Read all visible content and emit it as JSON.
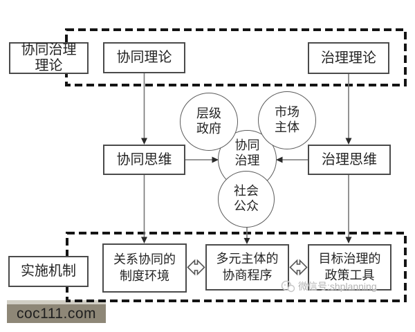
{
  "section_labels": {
    "theory": {
      "line1": "协同治理",
      "line2": "理论"
    },
    "implementation": "实施机制"
  },
  "theory_row": {
    "synergy_theory": "协同理论",
    "governance_theory": "治理理论"
  },
  "thinking_row": {
    "synergy_thinking": "协同思维",
    "governance_thinking": "治理思维"
  },
  "circles": {
    "hierarchical_government": {
      "line1": "层级",
      "line2": "政府"
    },
    "market_entities": {
      "line1": "市场",
      "line2": "主体"
    },
    "collaborative_governance": {
      "line1": "协同",
      "line2": "治理"
    },
    "social_public": {
      "line1": "社会",
      "line2": "公众"
    }
  },
  "mechanism_row": {
    "institutional_env": {
      "line1": "关系协同的",
      "line2": "制度环境"
    },
    "consultation_procedure": {
      "line1": "多元主体的",
      "line2": "协商程序"
    },
    "policy_tools": {
      "line1": "目标治理的",
      "line2": "政策工具"
    }
  },
  "watermarks": {
    "site": "coc111.com",
    "wechat_id": "微信号:shplanning"
  },
  "colors": {
    "background": "#ffffff",
    "box_border": "#4a4a4a",
    "circle_border": "#5a5a5a",
    "connector": "#777777",
    "arrowhead": "#2a2a2a",
    "dashed_frame": "#141414",
    "site_bar": "#8e8777",
    "site_bar_top_strip": "#d1cec4",
    "wechat_text": "#b3b3b3"
  }
}
